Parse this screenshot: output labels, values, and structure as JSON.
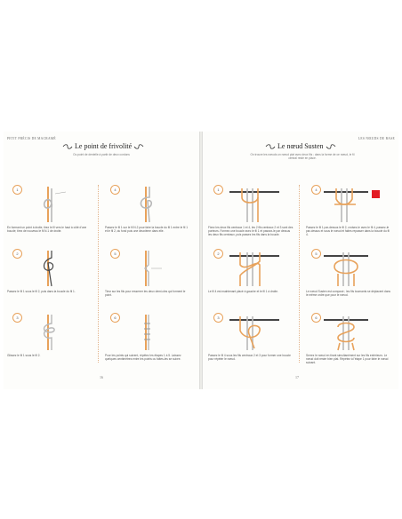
{
  "left_page": {
    "running_head": "PETIT PRÉCIS DE MACRAMÉ",
    "title": "Le point de frivolité",
    "subtitle": "Ou point de dentelle à partir de deux cordons",
    "page_number": "16",
    "steps": [
      {
        "number": "1",
        "caption": "En formant un point à droite, tirez le fil vers le haut à côté d'une boucle; tirez de nouveau le fil N.1 de droite."
      },
      {
        "number": "4",
        "caption": "Passez le fil 1 sur le fil N.2 pour faire la boucle du fil 1 entre le fil 1 et le fil 2, du fond puis une deuxième dans elle."
      },
      {
        "number": "2",
        "caption": "Passez le fil 1 sous le fil 2, puis dans la boucle du fil 1."
      },
      {
        "number": "5",
        "caption": "Tirez sur les fils pour resserrer les deux demi-cles qui forment le point."
      },
      {
        "number": "3",
        "caption": "Glissez le fil 1 sous le fil 2."
      },
      {
        "number": "6",
        "caption": "Pour les points qui suivent, répétez les étapes 1 à 5. Laissez quelques centimètres entre les points ou faites-les se suivre."
      }
    ]
  },
  "right_page": {
    "running_head": "LES NŒUDS DE BASE",
    "title": "Le nœud Susten",
    "subtitle": "On trouve les nœuds un nœud plat avec deux fils ; dans la forme de ce nœud, le fil central reste en place.",
    "page_number": "17",
    "steps": [
      {
        "number": "1",
        "caption": "Fixez les deux fils centraux 1 et 4, les 2 fils centraux 2 et 3 sont des porteurs. Formez une boucle avec le fil 1 et passez-le par dessus les deux fils centraux, puis passez les fils dans la boucle."
      },
      {
        "number": "4",
        "caption": "Passez le fil 1 par-dessus le fil 2, croisez-le avec le fil 4, passez-le par-dessus et sous le nœud et faites repasser dans la boucle du fil 4."
      },
      {
        "number": "2",
        "caption": "Le fil 4 est maintenant placé à gauche et le fil 1 à droite."
      },
      {
        "number": "5",
        "caption": "Le nœud Susten est composé ; les fils tournants se déplacent dans le même ordre que pour le nœud."
      },
      {
        "number": "3",
        "caption": "Passez le fil 4 sous les fils centraux 2 et 3 pour former une boucle pour répéter le nœud."
      },
      {
        "number": "6",
        "caption": "Serrez le nœud en tirant simultanément sur les fils extérieurs. Le nœud doit rester bien plat. Répétez à l'étape 1 pour faire le nœud suivant."
      }
    ]
  },
  "colors": {
    "cord_orange": "#e8a25b",
    "cord_grey": "#b8b8b8",
    "bar": "#444444",
    "badge_border": "#e8a25b",
    "marker": "#e31b23"
  }
}
